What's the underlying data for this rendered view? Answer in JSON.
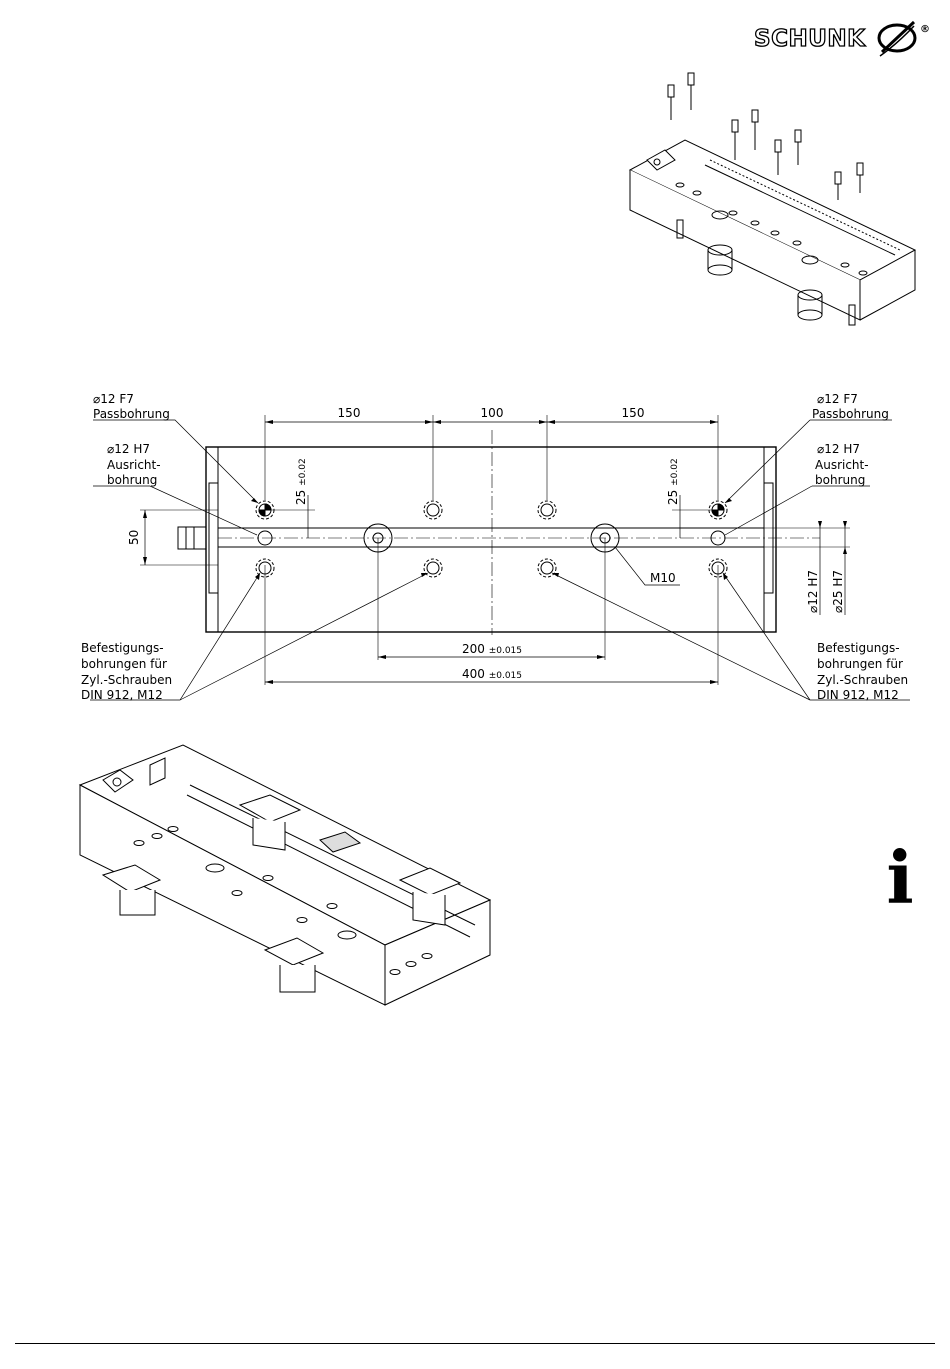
{
  "brand": {
    "logo_text": "SCHUNK",
    "registered_mark": "®"
  },
  "drawing": {
    "dims_top": [
      "150",
      "100",
      "150"
    ],
    "vertical_tol_dim": "25",
    "tolerance_002": "±0.02",
    "dim_left_50": "50",
    "dim_200": "200",
    "dim_400": "400",
    "tolerance_0015": "±0.015",
    "dia_12_h7": "12 H7",
    "dia_25_h7": "25 H7",
    "thread_m10": "M10",
    "left_labels": {
      "fit_dia": "12 F7",
      "fit_text": "Passbohrung",
      "align_dia": "12 H7",
      "align_line1": "Ausricht-",
      "align_line2": "bohrung",
      "fix_line1": "Befestigungs-",
      "fix_line2": "bohrungen für",
      "fix_line3": "Zyl.-Schrauben",
      "fix_line4": "DIN 912, M12"
    },
    "right_labels": {
      "fit_dia": "12 F7",
      "fit_text": "Passbohrung",
      "align_dia": "12 H7",
      "align_line1": "Ausricht-",
      "align_line2": "bohrung",
      "fix_line1": "Befestigungs-",
      "fix_line2": "bohrungen für",
      "fix_line3": "Zyl.-Schrauben",
      "fix_line4": "DIN 912, M12"
    }
  },
  "info_icon": {
    "glyph": "i"
  }
}
